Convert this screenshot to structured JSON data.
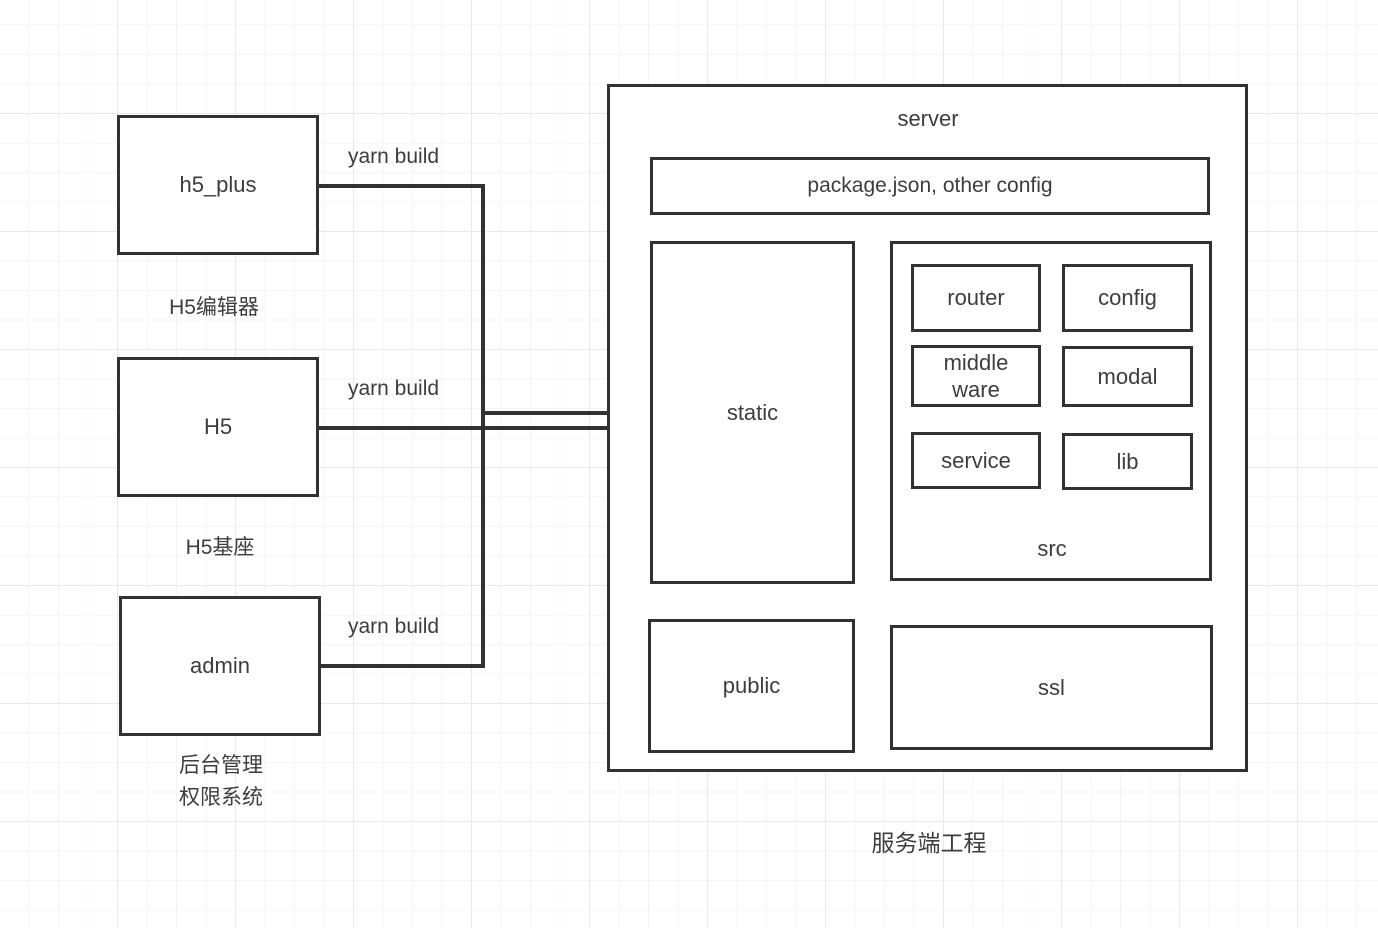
{
  "colors": {
    "stroke": "#323232",
    "text": "#3d3d3d",
    "box_fill": "#ffffff",
    "grid_minor": "#f4f4f4",
    "grid_major": "#e9e9e9"
  },
  "clients": [
    {
      "name": "h5_plus",
      "caption_lines": [
        "H5编辑器"
      ],
      "edge_label": "yarn build"
    },
    {
      "name": "H5",
      "caption_lines": [
        "H5基座"
      ],
      "edge_label": "yarn build"
    },
    {
      "name": "admin",
      "caption_lines": [
        "后台管理",
        "权限系统"
      ],
      "edge_label": "yarn build"
    }
  ],
  "server": {
    "title": "server",
    "config_box": "package.json, other config",
    "static_box": "static",
    "src_group": {
      "caption": "src",
      "modules": [
        "router",
        "config",
        "middle ware",
        "modal",
        "service",
        "lib"
      ]
    },
    "public_box": "public",
    "ssl_box": "ssl",
    "caption": "服务端工程"
  }
}
